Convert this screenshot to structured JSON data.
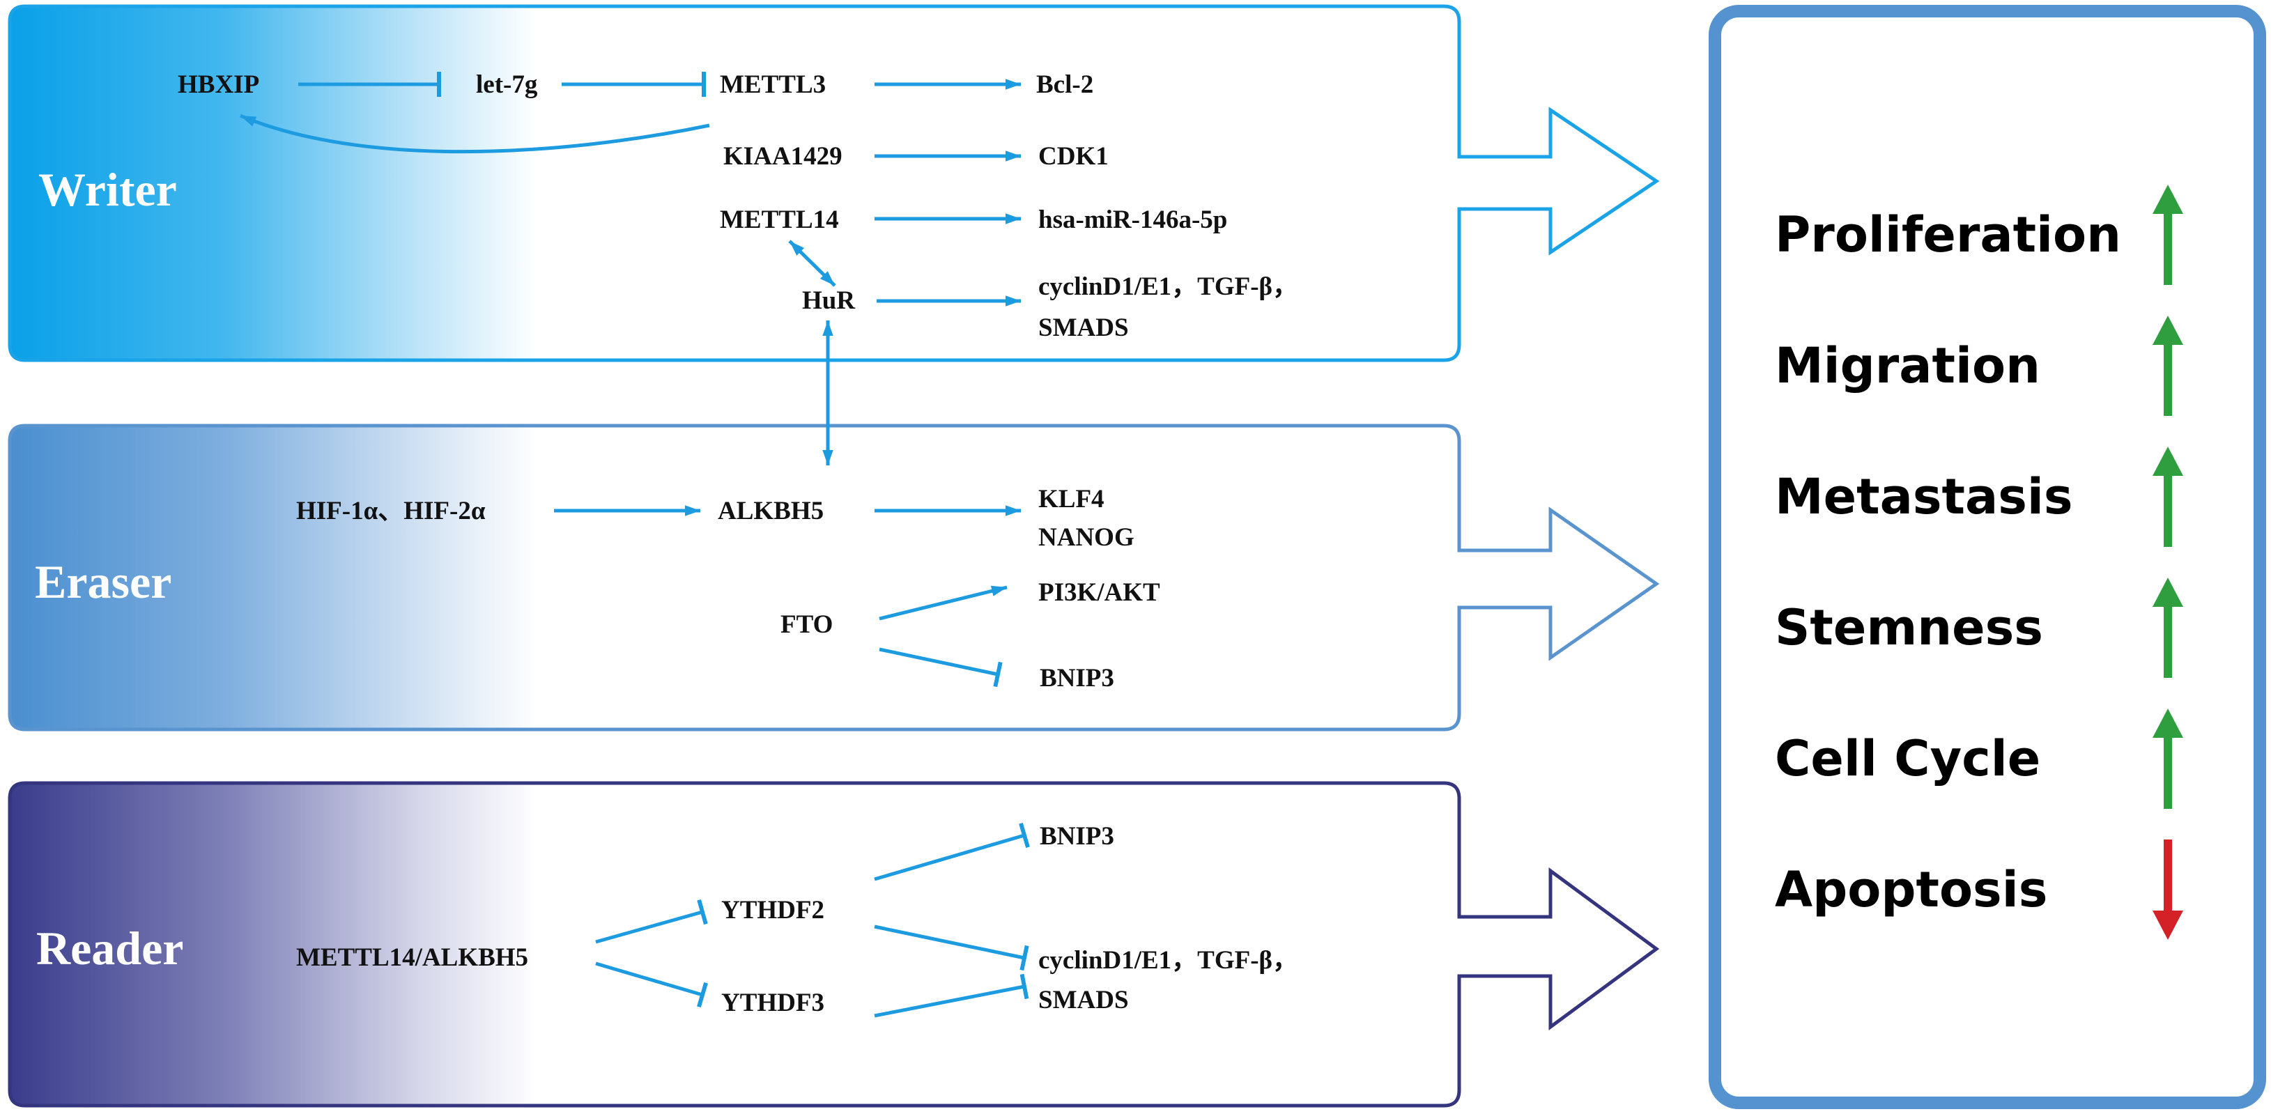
{
  "colors": {
    "arrow": "#1d9be0",
    "writer_fill": "#0aa0e8",
    "writer_stroke": "#1aa3e6",
    "eraser_fill": "#4a8fd0",
    "eraser_stroke": "#5a94cf",
    "reader_fill": "#3a3c8c",
    "reader_stroke": "#35357f",
    "outcome_border": "#5592d0",
    "up_arrow": "#2e9e3e",
    "down_arrow": "#d42027"
  },
  "sections": {
    "writer": "Writer",
    "eraser": "Eraser",
    "reader": "Reader"
  },
  "writer_nodes": {
    "hbxip": "HBXIP",
    "let7g": "let-7g",
    "mettl3": "METTL3",
    "bcl2": "Bcl-2",
    "kiaa1429": "KIAA1429",
    "cdk1": "CDK1",
    "mettl14": "METTL14",
    "mir146": "hsa-miR-146a-5p",
    "hur": "HuR",
    "cyclin_line1": "cyclinD1/E1，TGF-β，",
    "cyclin_line2": "SMADS"
  },
  "eraser_nodes": {
    "hif": "HIF-1α、HIF-2α",
    "alkbh5": "ALKBH5",
    "klf4": "KLF4",
    "nanog": "NANOG",
    "fto": "FTO",
    "pi3k": "PI3K/AKT",
    "bnip3": "BNIP3"
  },
  "reader_nodes": {
    "mettl14_alkbh5": "METTL14/ALKBH5",
    "ythdf2": "YTHDF2",
    "ythdf3": "YTHDF3",
    "bnip3": "BNIP3",
    "cyclin_line1": "cyclinD1/E1，TGF-β，",
    "cyclin_line2": "SMADS"
  },
  "outcomes": [
    {
      "label": "Proliferation",
      "direction": "up"
    },
    {
      "label": "Migration",
      "direction": "up"
    },
    {
      "label": "Metastasis",
      "direction": "up"
    },
    {
      "label": "Stemness",
      "direction": "up"
    },
    {
      "label": "Cell Cycle",
      "direction": "up"
    },
    {
      "label": "Apoptosis",
      "direction": "down"
    }
  ]
}
